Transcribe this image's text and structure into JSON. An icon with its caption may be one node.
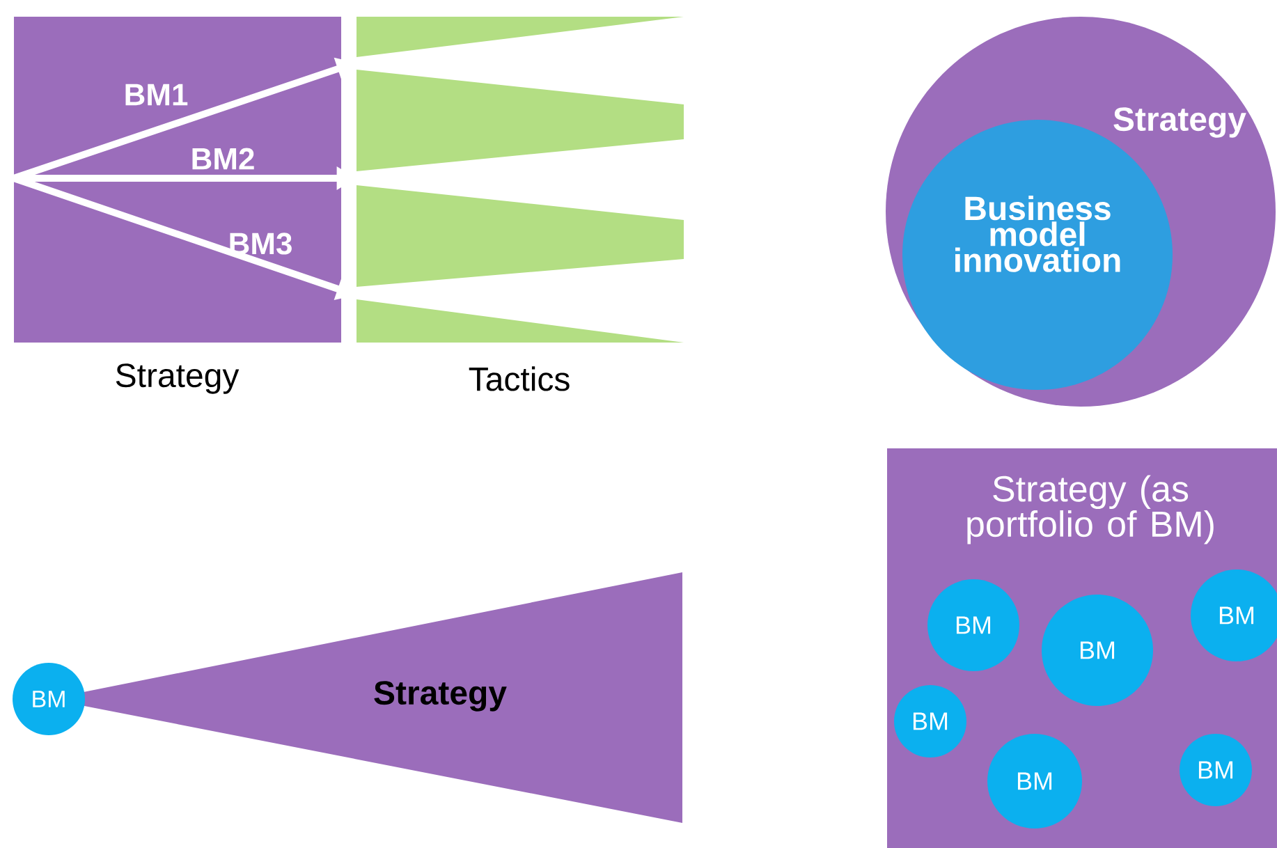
{
  "diagram": {
    "nodes": [
      {
        "text": [
          "Strategy"
        ]
      },
      {
        "text": [
          "Tactics"
        ]
      },
      {
        "text": [
          "Strategy"
        ]
      },
      {
        "text": [
          "Business model innovation"
        ],
        "in": 2
      },
      {
        "text": [
          "Strategy"
        ]
      },
      {
        "text": [
          "BM"
        ]
      },
      {
        "text": [
          "Strategy (as portfolio of BM)"
        ]
      },
      {
        "text": [
          "BM"
        ],
        "in": 6
      },
      {
        "text": [
          "BM"
        ],
        "in": 6
      },
      {
        "text": [
          "BM"
        ],
        "in": 6
      },
      {
        "text": [
          "BM"
        ],
        "in": 6
      },
      {
        "text": [
          "BM"
        ],
        "in": 6
      },
      {
        "text": [
          "BM"
        ],
        "in": 6
      }
    ],
    "edges": [
      {
        "from": 0,
        "to": 1,
        "arrow": "to",
        "label": "BM1"
      },
      {
        "from": 0,
        "to": 1,
        "arrow": "to",
        "label": "BM2"
      },
      {
        "from": 0,
        "to": 1,
        "arrow": "to",
        "label": "BM3"
      }
    ]
  }
}
